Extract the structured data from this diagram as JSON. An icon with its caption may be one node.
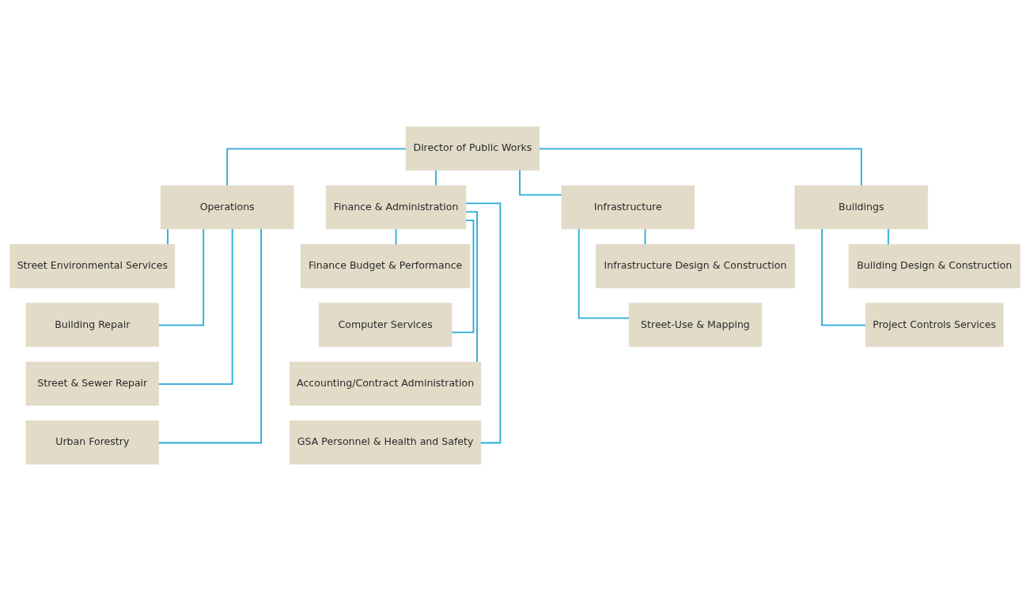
{
  "diagram": {
    "nodes": [
      {
        "text": [
          "Director of Public Works"
        ]
      },
      {
        "text": [
          "Operations"
        ]
      },
      {
        "text": [
          "Finance & Administration"
        ]
      },
      {
        "text": [
          "Infrastructure"
        ]
      },
      {
        "text": [
          "Buildings"
        ]
      },
      {
        "text": [
          "Street Environmental Services"
        ]
      },
      {
        "text": [
          "Building Repair"
        ]
      },
      {
        "text": [
          "Street & Sewer Repair"
        ]
      },
      {
        "text": [
          "Urban Forestry"
        ]
      },
      {
        "text": [
          "Finance Budget & Performance"
        ]
      },
      {
        "text": [
          "Computer Services"
        ]
      },
      {
        "text": [
          "Accounting/Contract Administration"
        ]
      },
      {
        "text": [
          "GSA Personnel & Health and Safety"
        ]
      },
      {
        "text": [
          "Infrastructure Design & Construction"
        ]
      },
      {
        "text": [
          "Street-Use & Mapping"
        ]
      },
      {
        "text": [
          "Building Design & Construction"
        ]
      },
      {
        "text": [
          "Project Controls Services"
        ]
      }
    ],
    "edges": [
      {
        "from": 0,
        "to": 1,
        "arrow": "none"
      },
      {
        "from": 0,
        "to": 2,
        "arrow": "none"
      },
      {
        "from": 0,
        "to": 3,
        "arrow": "none"
      },
      {
        "from": 0,
        "to": 4,
        "arrow": "none"
      },
      {
        "from": 1,
        "to": 5,
        "arrow": "none"
      },
      {
        "from": 1,
        "to": 6,
        "arrow": "none"
      },
      {
        "from": 1,
        "to": 7,
        "arrow": "none"
      },
      {
        "from": 1,
        "to": 8,
        "arrow": "none"
      },
      {
        "from": 2,
        "to": 9,
        "arrow": "none"
      },
      {
        "from": 2,
        "to": 10,
        "arrow": "none"
      },
      {
        "from": 2,
        "to": 11,
        "arrow": "none"
      },
      {
        "from": 2,
        "to": 12,
        "arrow": "none"
      },
      {
        "from": 3,
        "to": 13,
        "arrow": "none"
      },
      {
        "from": 3,
        "to": 14,
        "arrow": "none"
      },
      {
        "from": 4,
        "to": 15,
        "arrow": "none"
      },
      {
        "from": 4,
        "to": 16,
        "arrow": "none"
      }
    ]
  }
}
